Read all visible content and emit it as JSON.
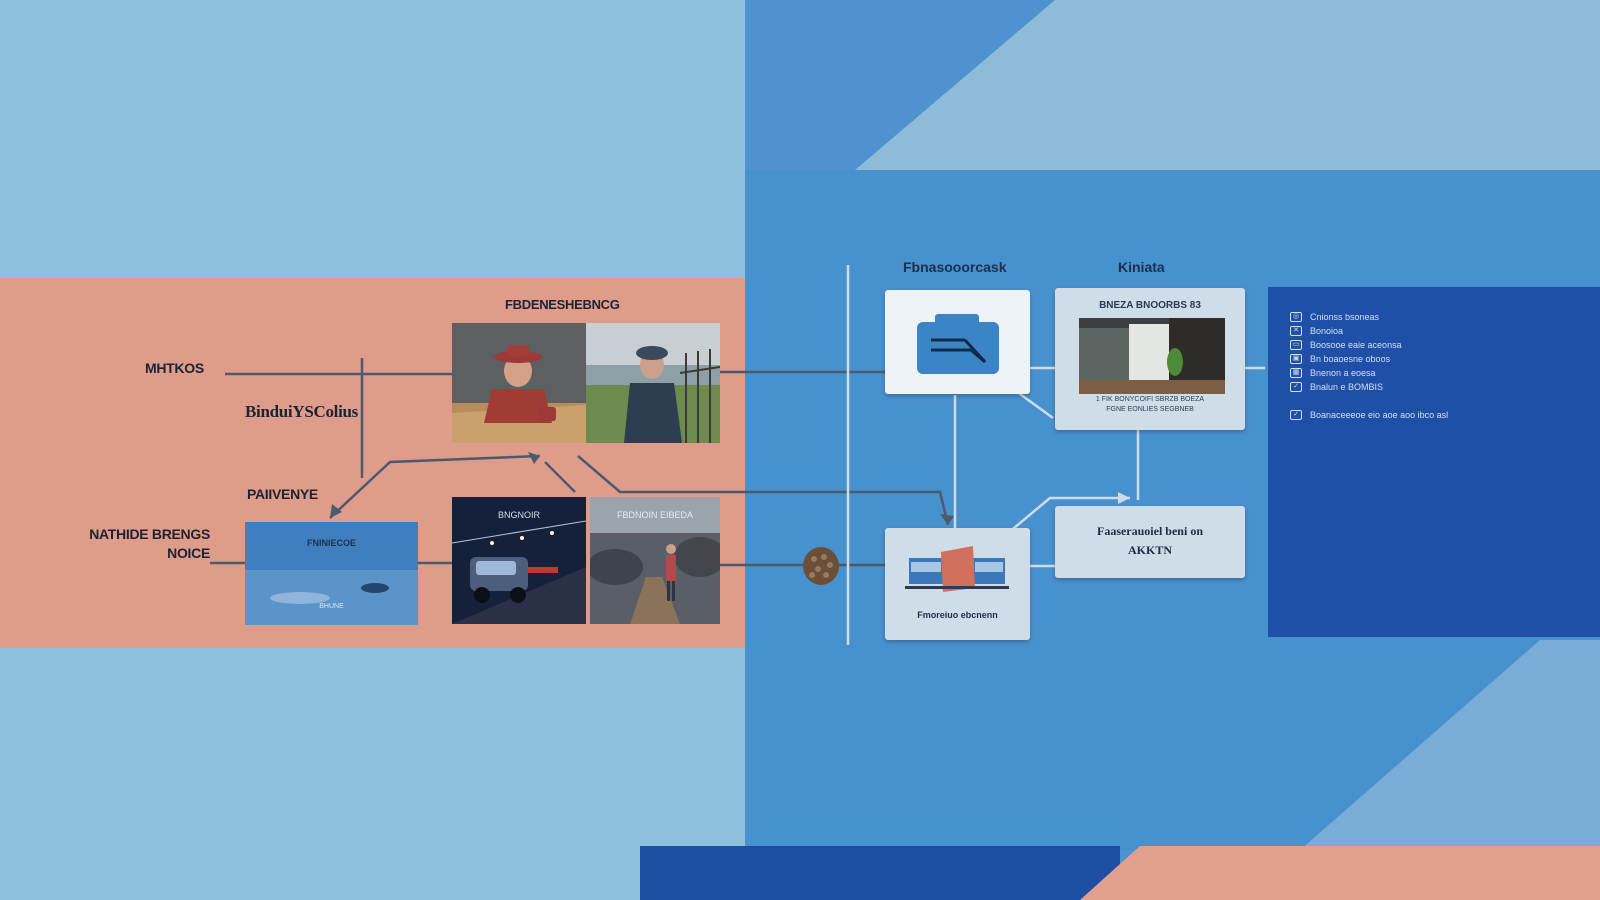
{
  "left_labels": {
    "top_photo_title": "FBDENESHEBNCG",
    "metrics": "MHTKOS",
    "branch": "BinduiYSColius",
    "pathway": "PAIIVENYE",
    "nature": "NATHIDE BRENGS",
    "nature_sub": "NOICE",
    "snow_card_title": "FNINIECOE",
    "snow_card_caption": "BHUNE",
    "night_photo_title": "BNGNOIR",
    "road_photo_title": "FBDNOIN EIBEDA"
  },
  "right_labels": {
    "col1_header": "Fbnasooorcask",
    "col2_header": "Kiniata",
    "room_card_title": "BNEZA BNOORBS 83",
    "room_card_caption_1": "1 FIK BONYCOIFI SBRZB BOEZA",
    "room_card_caption_2": "FGNE EONLIES SEGBNEB",
    "box_card_caption": "Fmoreiuo ebcnenn",
    "info_card_line1": "Faaserauoiel beni on",
    "info_card_line2": "AKKTN"
  },
  "legend": {
    "items": [
      {
        "icon": "image-icon",
        "glyph": "◎",
        "label": "Cnionss bsoneas"
      },
      {
        "icon": "tag-icon",
        "glyph": "✕",
        "label": "Bonoioa"
      },
      {
        "icon": "layout-icon",
        "glyph": "▭",
        "label": "Boosooe eaie aceonsa"
      },
      {
        "icon": "photo-icon",
        "glyph": "▣",
        "label": "Bn boaoesne oboos"
      },
      {
        "icon": "grid-icon",
        "glyph": "▦",
        "label": "Bnenon a eoesa"
      },
      {
        "icon": "check-icon",
        "glyph": "✓",
        "label": "Bnalun e BOMBIS"
      }
    ],
    "footer": {
      "icon": "check-icon",
      "glyph": "✓",
      "label": "Boanaceeeoe eio aoe aoo ibco asl"
    }
  },
  "colors": {
    "salmon": "#df9c8b",
    "board_blue": "#4891cf",
    "sky_blue": "#8dc1dd",
    "navy": "#1f4fa6",
    "connector": "#4c5a6e"
  }
}
